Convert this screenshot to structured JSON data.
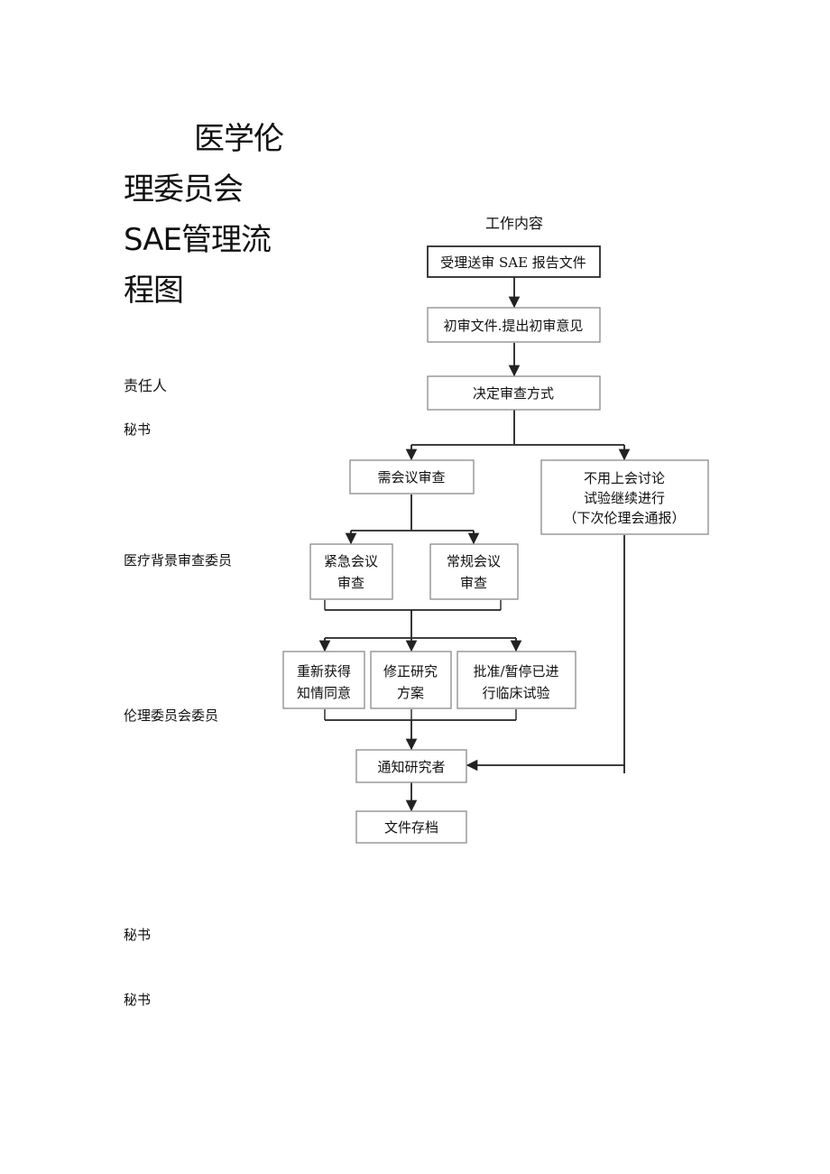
{
  "title": {
    "lines": [
      "医学伦",
      "理委员会",
      "SAE管理流",
      "程图"
    ]
  },
  "responsible": {
    "header": "责任人",
    "roles": [
      "秘书",
      "医疗背景审查委员",
      "伦理委员会委员",
      "秘书",
      "秘书"
    ]
  },
  "flowchart": {
    "section_label": "工作内容",
    "nodes": {
      "receive": [
        "受理送审 SAE 报告文件"
      ],
      "initial_review": [
        "初审文件.提出初审意见"
      ],
      "decide_method": [
        "决定审查方式"
      ],
      "meeting_review": [
        "需会议审查"
      ],
      "no_meeting": [
        "不用上会讨论",
        "试验继续进行",
        "（下次伦理会通报）"
      ],
      "urgent_review": [
        "紧急会议",
        "审查"
      ],
      "regular_review": [
        "常规会议",
        "审查"
      ],
      "reconsent": [
        "重新获得",
        "知情同意"
      ],
      "amend_protocol": [
        "修正研究",
        "方案"
      ],
      "approve_suspend": [
        "批准/暂停已进",
        "行临床试验"
      ],
      "notify": [
        "通知研究者"
      ],
      "archive": [
        "文件存档"
      ]
    }
  }
}
